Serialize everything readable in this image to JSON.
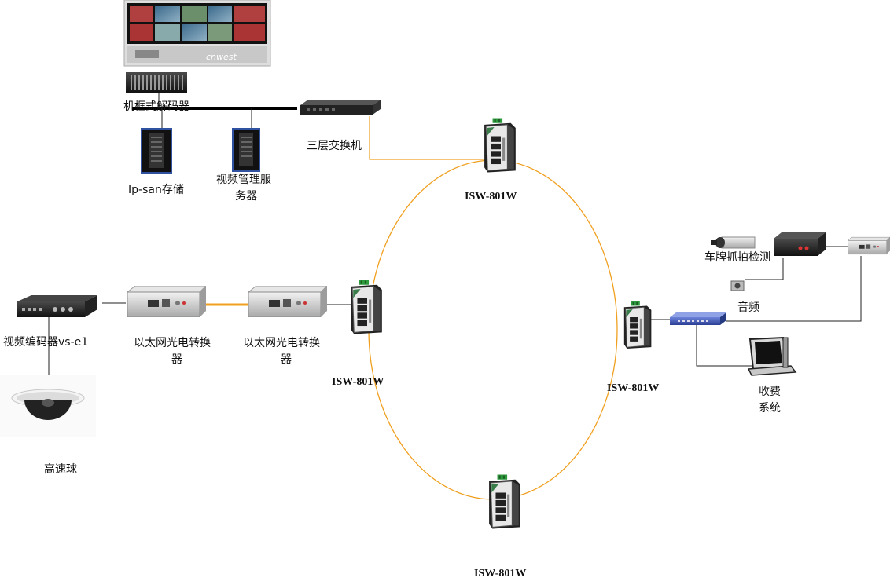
{
  "labels": {
    "frame_decoder": "机框式解码器",
    "l3_switch": "三层交换机",
    "ipsan": "Ip-san存储",
    "vms_line1": "视频管理服",
    "vms_line2": "务器",
    "isw_top": "ISW-801W",
    "isw_left": "ISW-801W",
    "isw_right": "ISW-801W",
    "isw_bottom": "ISW-801W",
    "encoder": "视频编码器vs-e1",
    "converter1_line1": "以太网光电转换",
    "converter1_line2": "器",
    "converter2_line1": "以太网光电转换",
    "converter2_line2": "器",
    "speed_dome": "高速球",
    "plate_capture": "车牌抓拍检测",
    "audio": "音频",
    "toll_line1": "收费",
    "toll_line2": "系统"
  },
  "monitor_logo": "cnwest",
  "colors": {
    "ring": "#f0a020",
    "fiber": "#f0a020",
    "cable": "#222222",
    "bus": "#000000"
  },
  "icons": {
    "video_wall": "video-wall-icon",
    "decoder": "rack-decoder-icon",
    "switch": "rack-switch-icon",
    "storage": "storage-tower-icon",
    "server": "server-tower-icon",
    "industrial_switch": "industrial-switch-icon",
    "encoder": "video-encoder-icon",
    "converter": "media-converter-icon",
    "dome": "dome-camera-icon",
    "camera": "box-camera-icon",
    "audio": "speaker-icon",
    "pc": "computer-icon",
    "lan_switch": "lan-switch-icon"
  }
}
